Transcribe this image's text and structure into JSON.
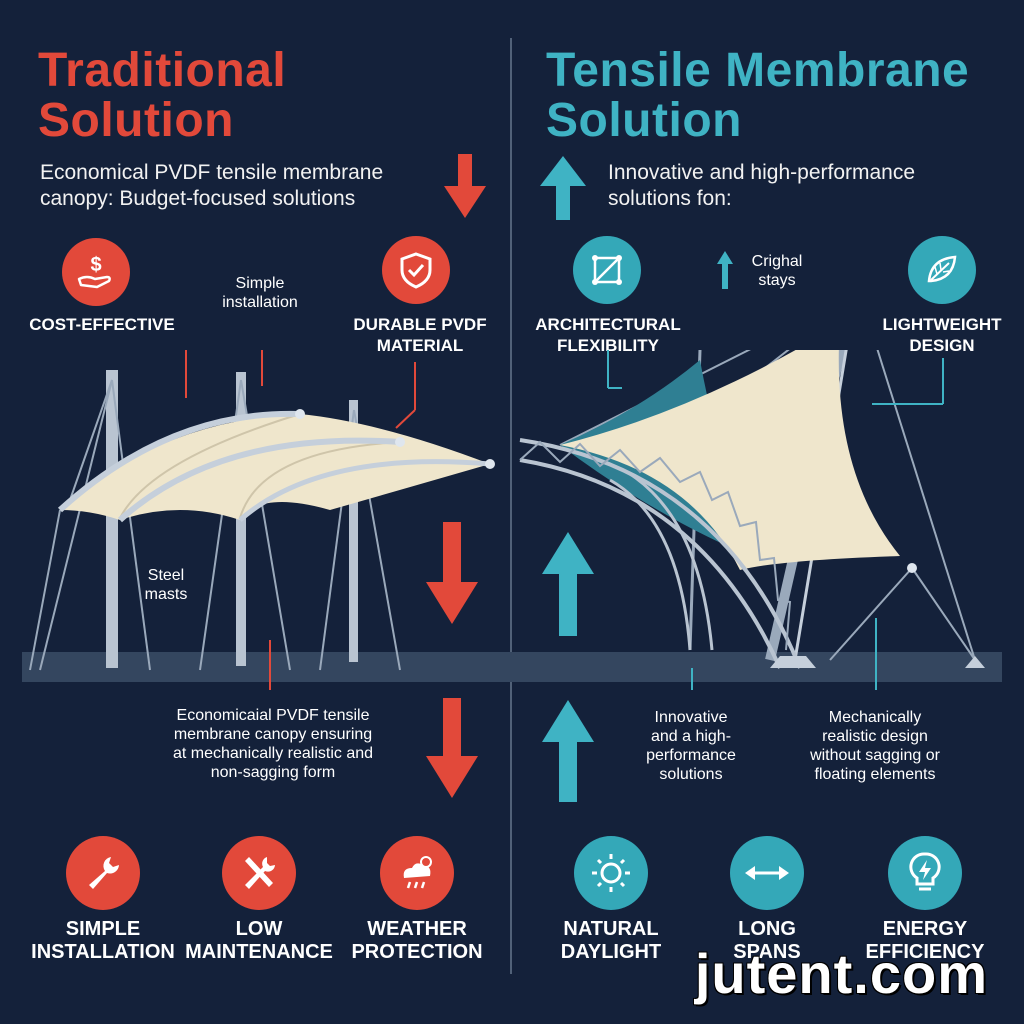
{
  "left": {
    "title_line1": "Traditional",
    "title_line2": "Solution",
    "subtitle_line1": "Economical PVDF tensile membrane",
    "subtitle_line2": "canopy: Budget-focused solutions",
    "callouts": {
      "cost": "COST-EFFECTIVE",
      "install_line1": "Simple",
      "install_line2": "installation",
      "durable_line1": "DURABLE PVDF",
      "durable_line2": "MATERIAL",
      "steel_line1": "Steel",
      "steel_line2": "masts"
    },
    "note_lines": [
      "Economicaial PVDF tensile",
      "membrane canopy ensuring",
      "at mechanically realistic and",
      "non-sagging form"
    ],
    "features": [
      {
        "line1": "SIMPLE",
        "line2": "INSTALLATION",
        "icon": "wrench-icon"
      },
      {
        "line1": "LOW",
        "line2": "MAINTENANCE",
        "icon": "tools-icon"
      },
      {
        "line1": "WEATHER",
        "line2": "PROTECTION",
        "icon": "cloud-rain-icon"
      }
    ]
  },
  "right": {
    "title_line1": "Tensile Membrane",
    "title_line2": "Solution",
    "subtitle_line1": "Innovative and high-performance",
    "subtitle_line2": "solutions fon:",
    "callouts": {
      "arch_line1": "ARCHITECTURAL",
      "arch_line2": "FLEXIBILITY",
      "stays_line1": "Crighal",
      "stays_line2": "stays",
      "light_line1": "LIGHTWEIGHT",
      "light_line2": "DESIGN"
    },
    "note_a_lines": [
      "Innovative",
      "and a high-",
      "performance",
      "solutions"
    ],
    "note_b_lines": [
      "Mechanically",
      "realistic design",
      "without sagging or",
      "floating elements"
    ],
    "features": [
      {
        "line1": "NATURAL",
        "line2": "DAYLIGHT",
        "icon": "sun-icon"
      },
      {
        "line1": "LONG",
        "line2": "SPANS",
        "icon": "double-arrow-icon"
      },
      {
        "line1": "ENERGY",
        "line2": "EFFICIENCY",
        "icon": "bulb-icon"
      }
    ]
  },
  "colors": {
    "background": "#14213a",
    "red": "#e2493a",
    "teal": "#3fb3c4",
    "membrane": "#efe6cc",
    "steel": "#9aa9bb"
  },
  "watermark": "jutent.com"
}
